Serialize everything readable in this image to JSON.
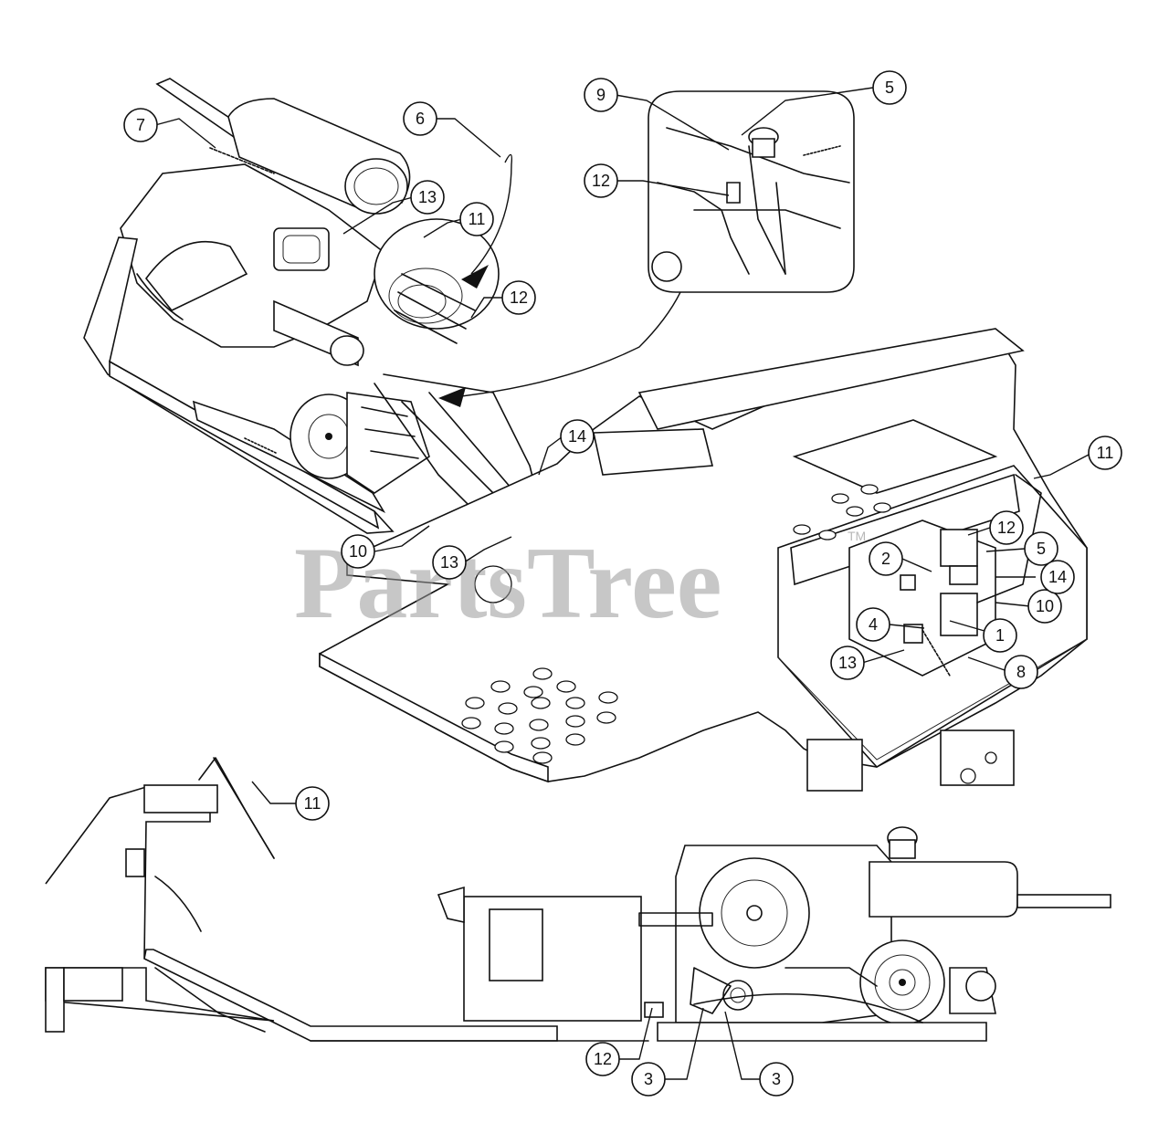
{
  "watermark": {
    "text": "PartsTree",
    "trademark": "TM"
  },
  "callouts": [
    {
      "label": "1"
    },
    {
      "label": "2"
    },
    {
      "label": "3"
    },
    {
      "label": "3"
    },
    {
      "label": "4"
    },
    {
      "label": "5"
    },
    {
      "label": "5"
    },
    {
      "label": "6"
    },
    {
      "label": "7"
    },
    {
      "label": "8"
    },
    {
      "label": "9"
    },
    {
      "label": "10"
    },
    {
      "label": "10"
    },
    {
      "label": "11"
    },
    {
      "label": "11"
    },
    {
      "label": "11"
    },
    {
      "label": "12"
    },
    {
      "label": "12"
    },
    {
      "label": "12"
    },
    {
      "label": "12"
    },
    {
      "label": "13"
    },
    {
      "label": "13"
    },
    {
      "label": "13"
    },
    {
      "label": "14"
    },
    {
      "label": "14"
    }
  ]
}
